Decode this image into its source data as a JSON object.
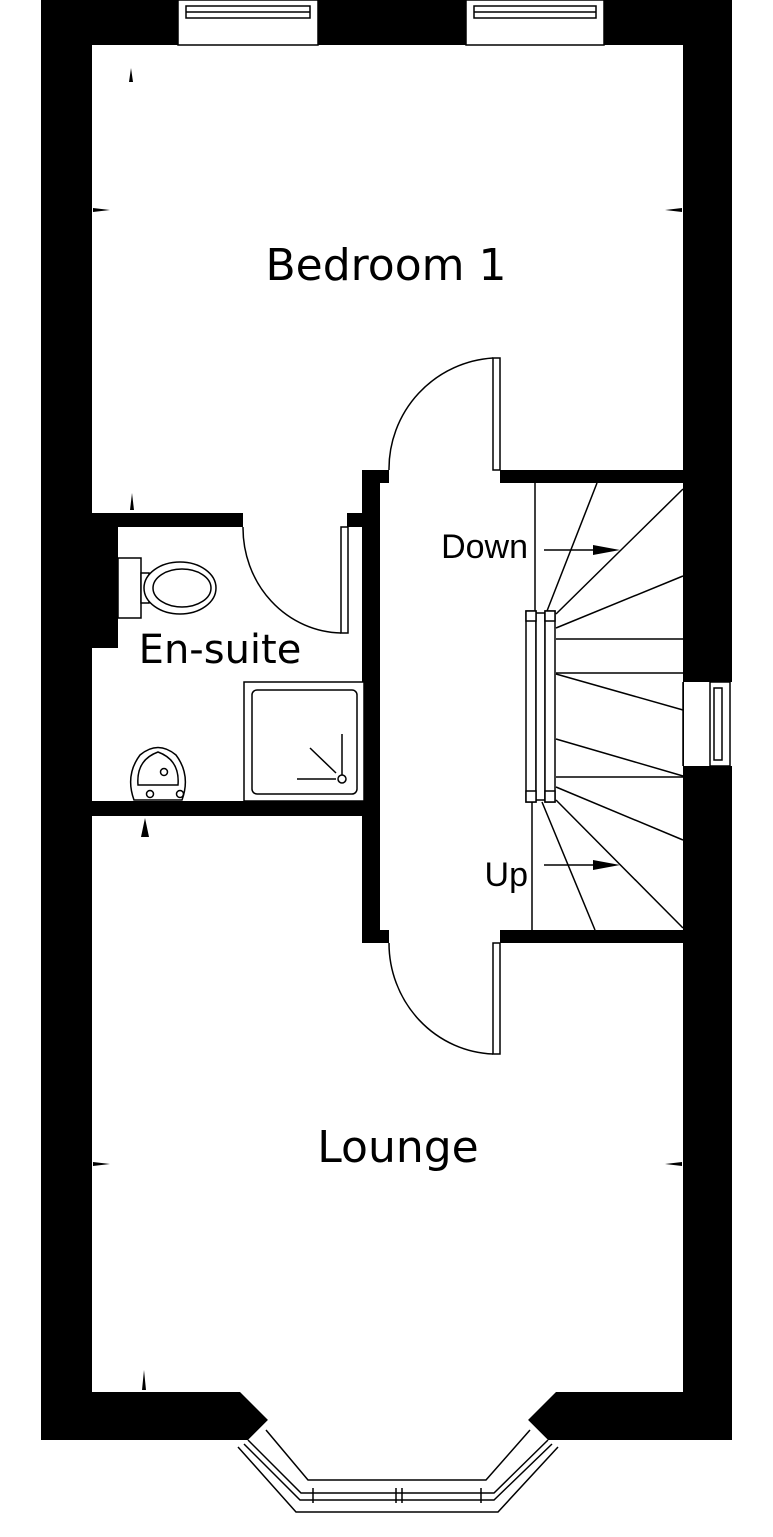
{
  "plan": {
    "rooms": {
      "bedroom": "Bedroom 1",
      "ensuite": "En-suite",
      "lounge": "Lounge"
    },
    "stairs": {
      "down": "Down",
      "up": "Up"
    }
  },
  "colors": {
    "wall": "#000000",
    "background": "#ffffff"
  }
}
